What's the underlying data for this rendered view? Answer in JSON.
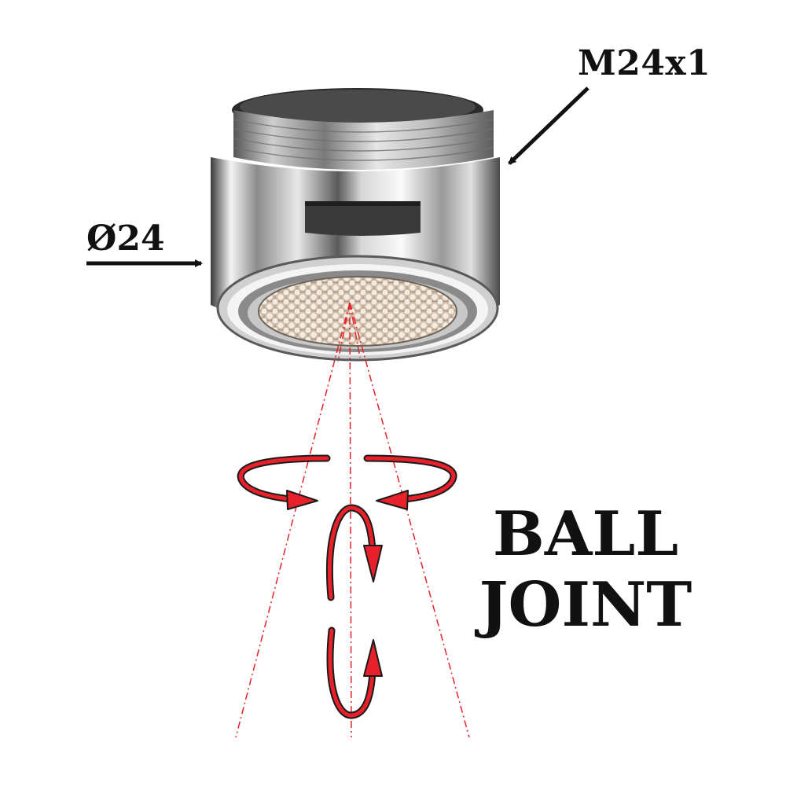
{
  "labels": {
    "thread": "M24x1",
    "diameter": "Ø24",
    "ball_joint_line1": "BALL",
    "ball_joint_line2": "JOINT"
  },
  "colors": {
    "arrow_red": "#e8202a",
    "arrow_outline": "#1a1a1a",
    "dash_line": "#e8202a",
    "label_text": "#111111",
    "chrome_dark": "#2b2b2b",
    "chrome_light": "#f2f2f2",
    "mesh_tan": "#d9c8b4"
  },
  "icons": [
    "faucet-aerator-illustration",
    "rotation-arrow-icon",
    "dimension-arrow-icon"
  ]
}
